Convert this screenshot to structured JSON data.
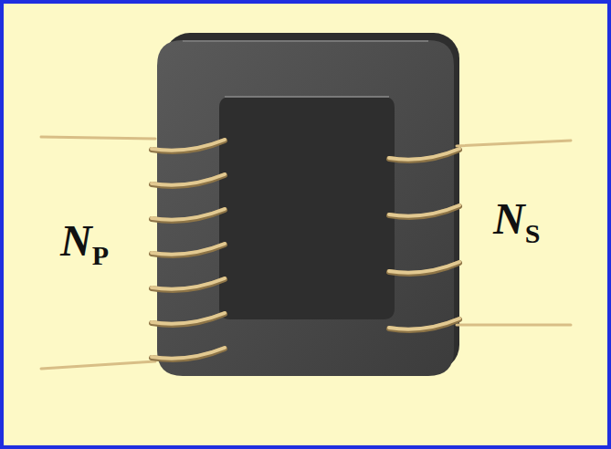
{
  "diagram": {
    "labels": [
      "N",
      "P",
      "N",
      "S"
    ]
  }
}
